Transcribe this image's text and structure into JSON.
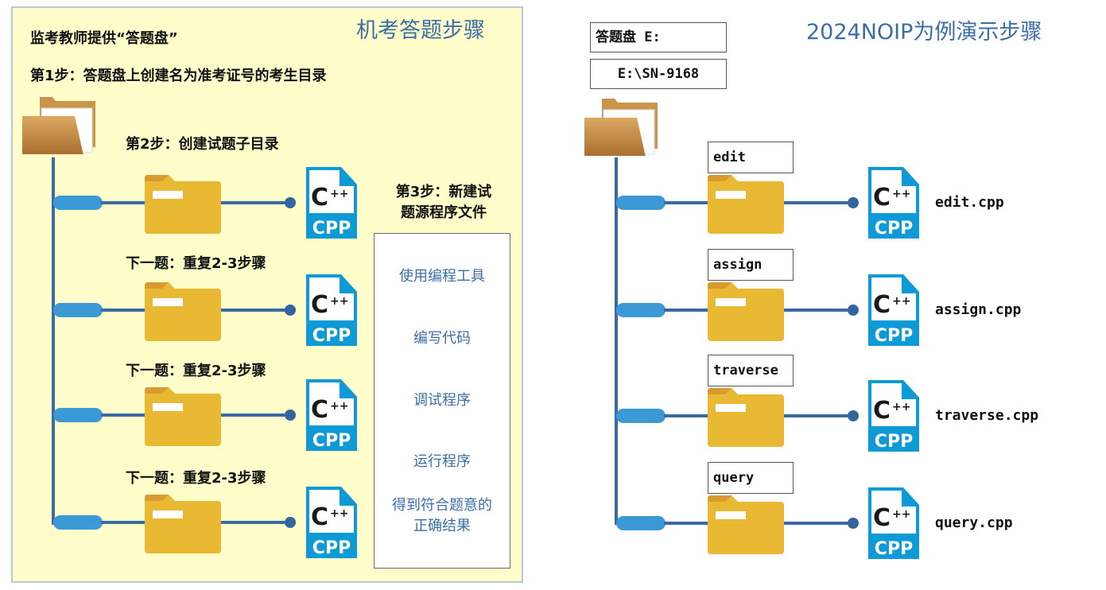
{
  "left_panel": {
    "title": "机考答题步骤",
    "intro": "监考教师提供“答题盘”",
    "step1": "第1步：答题盘上创建名为准考证号的考生目录",
    "step2": "第2步：创建试题子目录",
    "step3_line1": "第3步：新建试",
    "step3_line2": "题源程序文件",
    "next_labels": [
      "下一题：重复2-3步骤",
      "下一题：重复2-3步骤",
      "下一题：重复2-3步骤"
    ],
    "actions": [
      "使用编程工具",
      "编写代码",
      "调试程序",
      "运行程序",
      "得到符合题意的",
      "正确结果"
    ],
    "cpp_icon": {
      "top": "C++",
      "bottom": "CPP"
    }
  },
  "right_panel": {
    "title": "2024NOIP为例演示步骤",
    "disk_label": "答题盘 E:",
    "student_dir": "E:\\SN-9168",
    "problems": [
      {
        "dir": "edit",
        "file": "edit.cpp"
      },
      {
        "dir": "assign",
        "file": "assign.cpp"
      },
      {
        "dir": "traverse",
        "file": "traverse.cpp"
      },
      {
        "dir": "query",
        "file": "query.cpp"
      }
    ],
    "cpp_icon": {
      "top": "C++",
      "bottom": "CPP"
    }
  },
  "colors": {
    "panel_bg": "#fffdc9",
    "title_blue": "#3b6ea7",
    "line_blue": "#3a69a3",
    "pill_blue": "#3b9ad6",
    "folder_yellow": "#e9b934",
    "cpp_blue": "#0e9ad7"
  }
}
